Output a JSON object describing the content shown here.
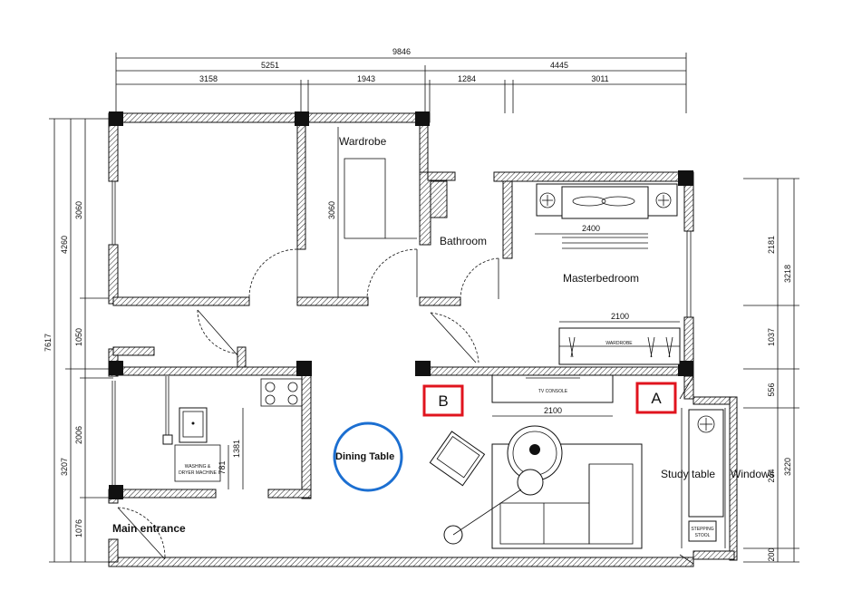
{
  "dimensions": {
    "top_total": "9846",
    "top_left": "5251",
    "top_right": "4445",
    "top_l1": "3158",
    "top_l2": "1943",
    "top_r1": "1284",
    "top_r2": "3011",
    "left_total": "7617",
    "left_a": "4260",
    "left_a1": "3060",
    "left_b": "1050",
    "left_c": "3207",
    "left_c1": "2006",
    "left_d": "1076",
    "wardrobe_inner": "3060",
    "kitchen_inner": "1381",
    "kitchen_inner2": "781",
    "bed_width": "2400",
    "wardrobe_width": "2100",
    "tv_width": "2100",
    "right_upper": "3218",
    "right_upper1": "2181",
    "right_upper2": "1037",
    "right_lower": "3220",
    "right_lower1": "556",
    "right_lower2": "244",
    "right_lower3": "200"
  },
  "rooms": {
    "wardrobe": "Wardrobe",
    "bathroom": "Bathroom",
    "masterbedroom": "Masterbedroom",
    "dining": "Dining Table",
    "study": "Study table",
    "windows": "Windows",
    "entrance": "Main entrance"
  },
  "fixtures": {
    "wardrobe_label": "WARDROBE",
    "tv_label": "TV CONSOLE",
    "washer_label_1": "WASHING &",
    "washer_label_2": "DRYER MACHINE",
    "stool_label_1": "STEPPING",
    "stool_label_2": "STOOL"
  },
  "markers": {
    "a": "A",
    "b": "B"
  },
  "colors": {
    "marker": "#e0141e",
    "dining_circle": "#1c6fd1",
    "wall_line": "#111111"
  }
}
